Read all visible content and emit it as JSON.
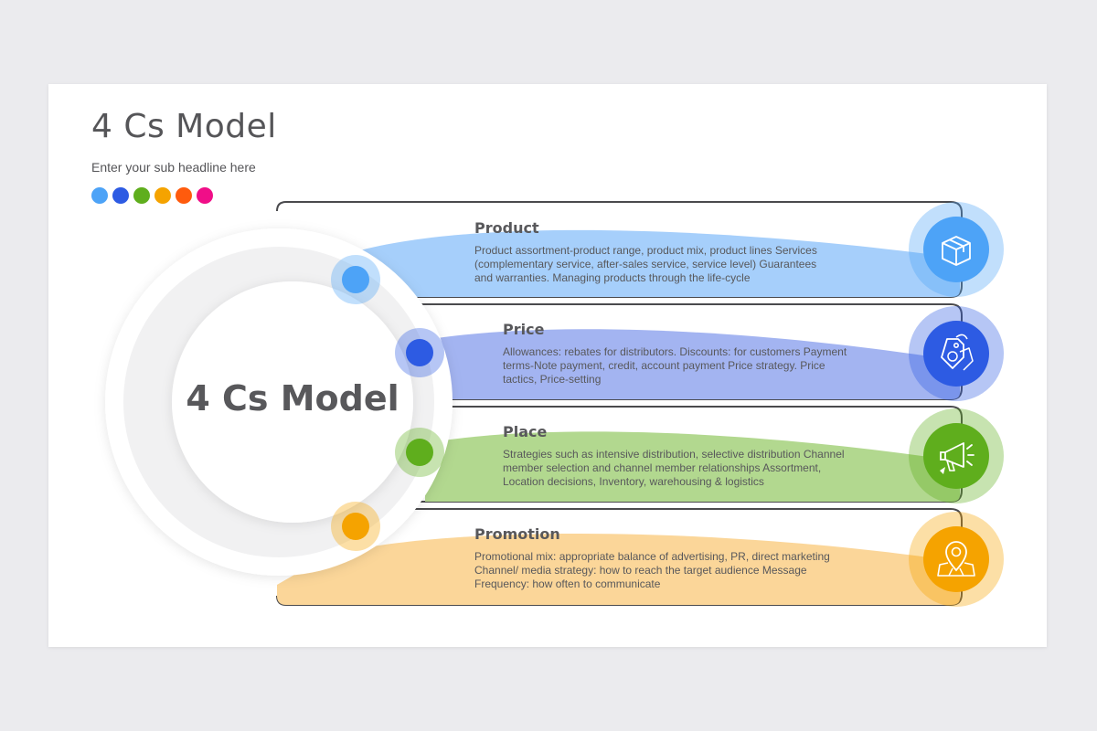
{
  "header": {
    "title": "4 Cs Model",
    "subtitle": "Enter your sub headline here"
  },
  "palette": [
    "#4da3f7",
    "#2d5be3",
    "#5fae1d",
    "#f5a300",
    "#ff5b0d",
    "#f00e88"
  ],
  "center": {
    "label": "4 Cs Model"
  },
  "rows": [
    {
      "title": "Product",
      "description": "Product assortment-product range, product mix, product lines Services (complementary service, after-sales service, service level) Guarantees and warranties. Managing products through the life-cycle",
      "color": "#4da3f7",
      "band_color": "#a6cffb",
      "icon": "box-icon"
    },
    {
      "title": "Price",
      "description": "Allowances: rebates for distributors. Discounts: for customers Payment terms-Note payment, credit, account payment Price strategy. Price tactics, Price-setting",
      "color": "#2d5be3",
      "band_color": "#a3b4f1",
      "icon": "price-tag-icon"
    },
    {
      "title": "Place",
      "description": "Strategies such as intensive distribution, selective distribution Channel member selection and channel member relationships Assortment, Location decisions, Inventory, warehousing & logistics",
      "color": "#5fae1d",
      "band_color": "#b2d88f",
      "icon": "megaphone-icon"
    },
    {
      "title": "Promotion",
      "description": "Promotional mix: appropriate balance of advertising, PR, direct marketing Channel/ media strategy: how to reach the target audience Message Frequency: how often to communicate",
      "color": "#f5a300",
      "band_color": "#fbd699",
      "icon": "map-pin-icon"
    }
  ]
}
